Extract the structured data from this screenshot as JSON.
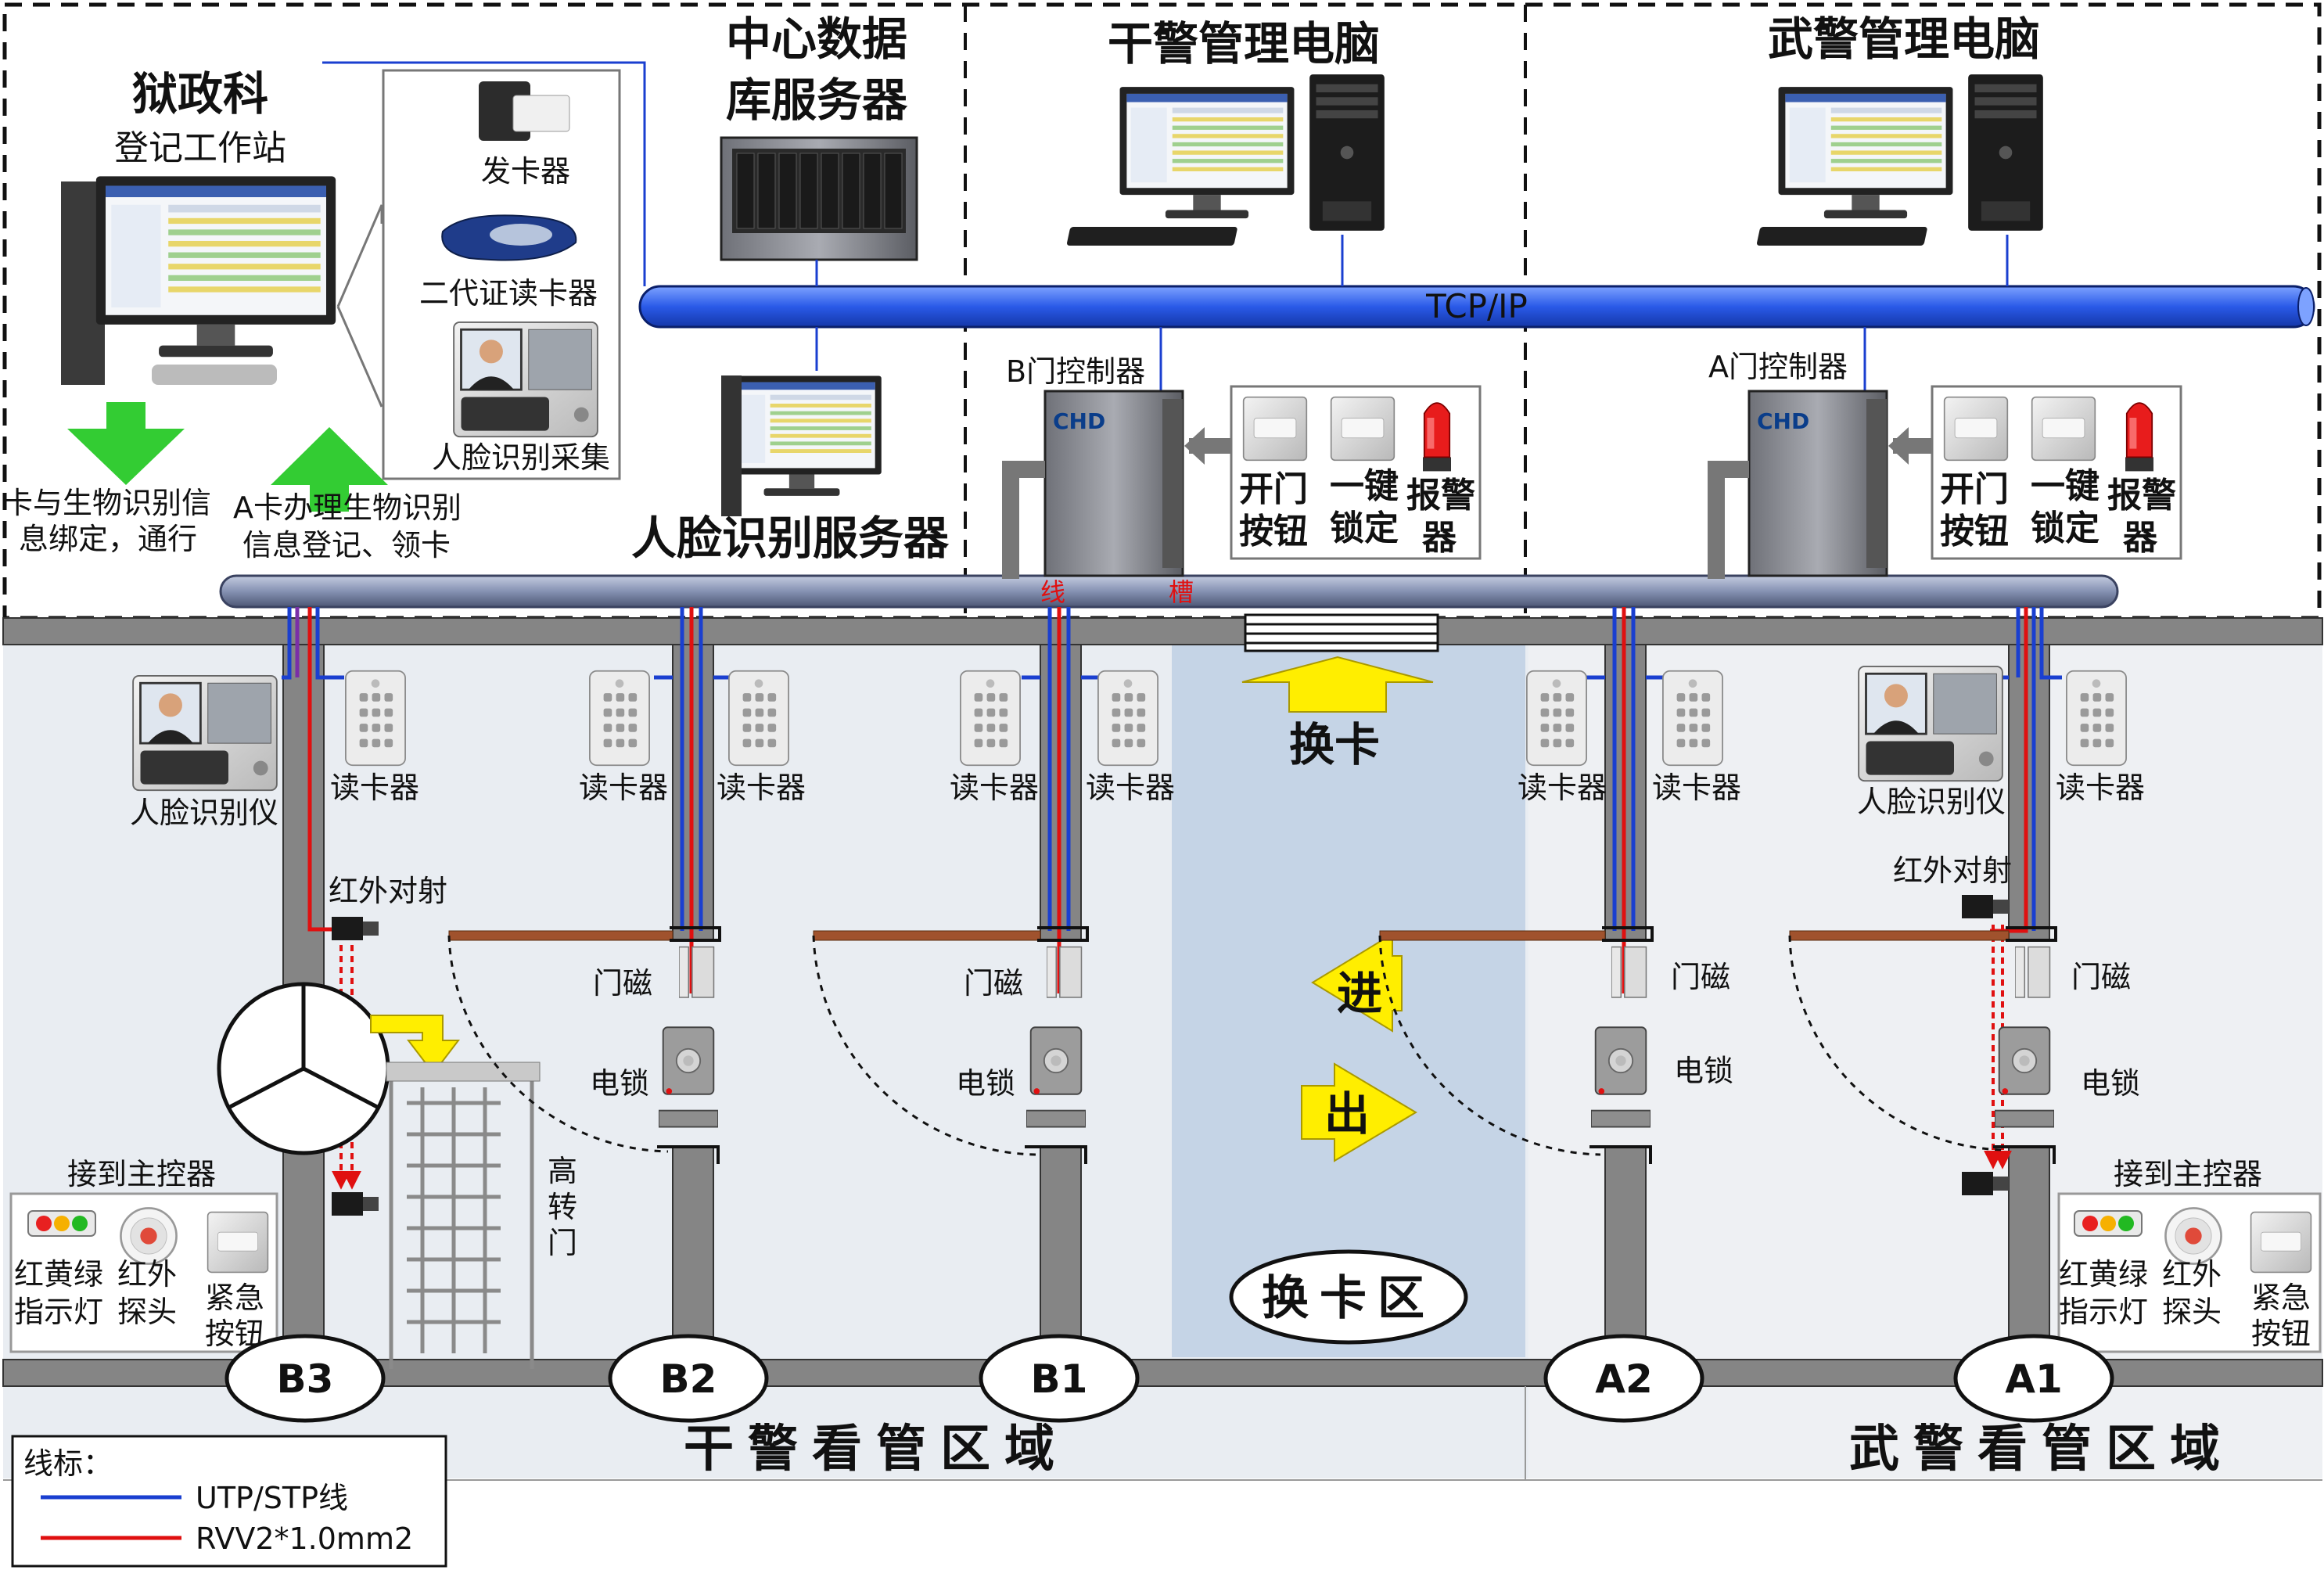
{
  "top": {
    "registration": {
      "title1": "狱政科",
      "title2": "登记工作站"
    },
    "devices": {
      "card_issuer": "发卡器",
      "id_reader": "二代证读卡器",
      "face_capture": "人脸识别采集"
    },
    "green_arrows": {
      "left1": "卡与生物识别信",
      "left2": "息绑定，通行",
      "right1": "A卡办理生物识别",
      "right2": "信息登记、领卡"
    },
    "db_server": {
      "line1": "中心数据",
      "line2": "库服务器"
    },
    "face_server": "人脸识别服务器",
    "guard_pc": "干警管理电脑",
    "armed_pc": "武警管理电脑",
    "network": "TCP/IP",
    "b_controller": "B门控制器",
    "a_controller": "A门控制器",
    "panel": {
      "open1": "开门",
      "open2": "按钮",
      "lock1": "一键",
      "lock2": "锁定",
      "alarm1": "报警",
      "alarm2": "器"
    },
    "duct": [
      "线",
      "槽"
    ]
  },
  "lower": {
    "face_device": "人脸识别仪",
    "card_reader": "读卡器",
    "infrared": "红外对射",
    "door_magnet": "门磁",
    "electric_lock": "电锁",
    "turnstile": [
      "高",
      "转",
      "门"
    ],
    "to_controller": "接到主控器",
    "indicator": [
      "红黄绿",
      "指示灯"
    ],
    "ir_probe": [
      "红外",
      "探头"
    ],
    "emergency": [
      "紧急",
      "按钮"
    ],
    "swap_card": "换卡",
    "enter": "进",
    "exit": "出",
    "swap_zone": "换卡区",
    "doors": [
      "B3",
      "B2",
      "B1",
      "A2",
      "A1"
    ],
    "guard_zone": "干警看管区域",
    "armed_zone": "武警看管区域"
  },
  "legend": {
    "title": "线标：",
    "items": [
      {
        "label": "UTP/STP线",
        "color": "#1a3fd0"
      },
      {
        "label": "RVV2*1.0mm2",
        "color": "#e01010"
      }
    ]
  },
  "colors": {
    "bus": "#2a5ae8",
    "duct": "#8e9ab8",
    "wall": "#858585",
    "swap_zone": "#c5d4e6",
    "utp": "#1a3fd0",
    "rvv": "#e01010",
    "green": "#33cc33",
    "yellow": "#ffee00"
  }
}
